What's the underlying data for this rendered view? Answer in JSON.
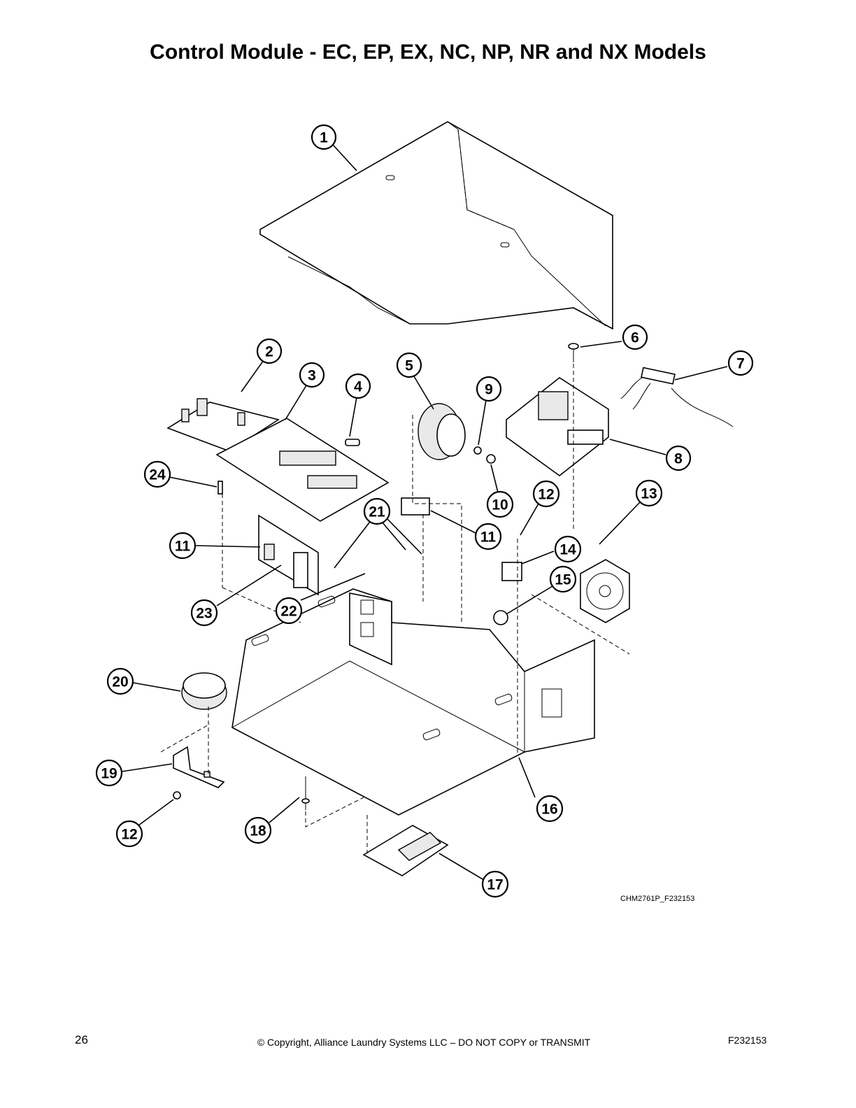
{
  "title": "Control Module - EC, EP, EX, NC, NP, NR and NX Models",
  "diagram_ref": "CHM2761P_F232153",
  "footer": {
    "page_number": "26",
    "copyright": "© Copyright, Alliance Laundry Systems LLC – DO NOT COPY or TRANSMIT",
    "doc_number": "F232153"
  },
  "callouts": [
    "1",
    "2",
    "3",
    "4",
    "5",
    "6",
    "7",
    "8",
    "9",
    "10",
    "11",
    "12",
    "13",
    "14",
    "15",
    "11",
    "12",
    "16",
    "17",
    "18",
    "19",
    "20",
    "21",
    "22",
    "23",
    "24"
  ]
}
